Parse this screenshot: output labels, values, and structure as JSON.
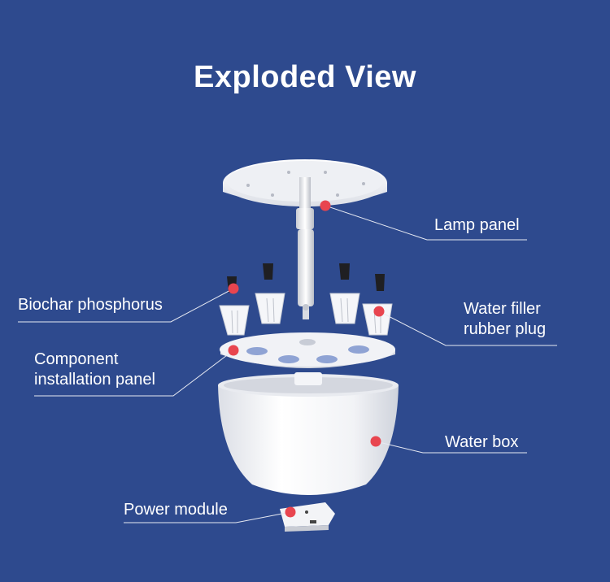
{
  "title": "Exploded View",
  "colors": {
    "background": "#2e4a8e",
    "marker": "#e8454f",
    "leader_line": "#e6e9f2"
  },
  "labels": {
    "lamp_panel": "Lamp panel",
    "biochar_phosphorus": "Biochar phosphorus",
    "water_filler_line1": "Water filler",
    "water_filler_line2": "rubber plug",
    "component_line1": "Component",
    "component_line2": "installation panel",
    "water_box": "Water box",
    "power_module": "Power module"
  }
}
